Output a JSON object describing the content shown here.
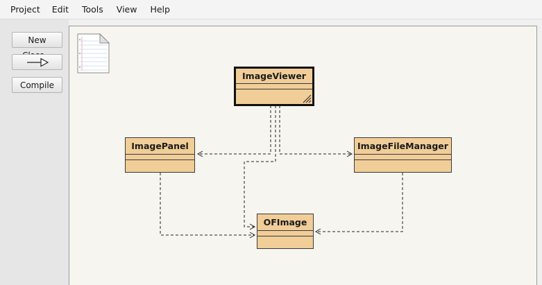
{
  "menu": {
    "items": [
      "Project",
      "Edit",
      "Tools",
      "View",
      "Help"
    ]
  },
  "toolbar": {
    "new_class_label": "New Class...",
    "inherit_arrow_icon": "arrow-right-hollow-icon",
    "compile_label": "Compile"
  },
  "diagram": {
    "readme_icon": "readme-document-icon",
    "classes": [
      {
        "name": "ImageViewer",
        "selected": true
      },
      {
        "name": "ImagePanel"
      },
      {
        "name": "ImageFileManager"
      },
      {
        "name": "OFImage"
      }
    ]
  },
  "colors": {
    "class_fill": "#f1cd98",
    "canvas_bg": "#f7f5ef"
  }
}
